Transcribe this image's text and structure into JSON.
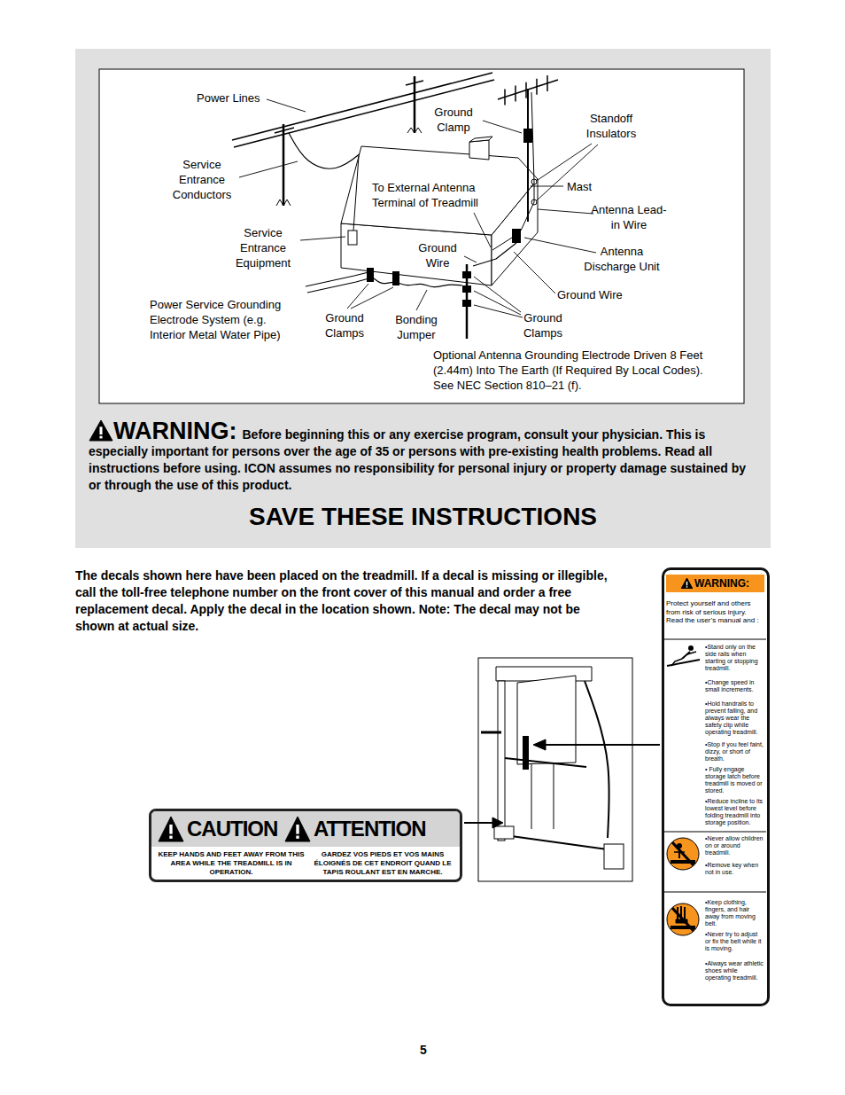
{
  "diagram": {
    "nodes": [
      {
        "text": [
          "WARNING:",
          "Before beginning this or any exercise program, consult your physician. This is especially important for persons over the age of 35 or persons with pre-existing health problems. Read all instructions before using. ICON assumes no responsibility for personal injury or property damage sustained by or through the use of this product.",
          "SAVE THESE INSTRUCTIONS"
        ]
      },
      {
        "text": [
          "CAUTION",
          "ATTENTION",
          "KEEP HANDS AND FEET AWAY FROM THIS AREA WHILE THE TREADMILL IS IN OPERATION.",
          "GARDEZ VOS PIEDS ET VOS MAINS ÉLOIGNÉS DE CET ENDROIT QUAND LE TAPIS ROULANT EST EN MARCHE."
        ]
      },
      {
        "text": [
          "WARNING:",
          "Protect yourself and others from risk of serious injury. Read the user’s manual and :",
          "•Stand only on the side rails when starting or stopping treadmill.",
          "•Change speed in small increments.",
          "•Hold handrails to prevent falling, and always wear the safety clip while operating treadmill.",
          "•Stop if you feel faint, dizzy, or short of breath.",
          "• Fully engage storage latch before treadmill is moved or stored.",
          "•Reduce incline to its lowest level before folding treadmill into storage position.",
          "•Never allow children on or around treadmill.",
          "•Remove key when not in use.",
          "•Keep clothing, fingers, and hair away from moving belt.",
          "•Never try to adjust or fix the belt while it is moving.",
          "•Always wear athletic shoes while operating treadmill."
        ]
      }
    ],
    "labels": [
      "Power Lines",
      "Ground Clamp",
      "Standoff Insulators",
      "Service Entrance Conductors",
      "To External Antenna Terminal of Treadmill",
      "Mast",
      "Antenna Lead-in Wire",
      "Service Entrance Equipment",
      "Ground Wire",
      "Antenna Discharge Unit",
      "Ground Wire",
      "Power Service Grounding Electrode System (e.g. Interior Metal Water Pipe)",
      "Ground Clamps",
      "Bonding Jumper",
      "Ground Clamps",
      "Optional Antenna Grounding Electrode Driven 8 Feet (2.44m) Into The Earth (If Required By Local Codes). See NEC Section 810–21 (f).",
      "The decals shown here have been placed on the treadmill. If a decal is missing or illegible, call the toll-free telephone number on the front cover of this manual and order a free replacement decal. Apply the decal in the location shown. Note: The decal may not be shown at actual size.",
      "5"
    ]
  }
}
